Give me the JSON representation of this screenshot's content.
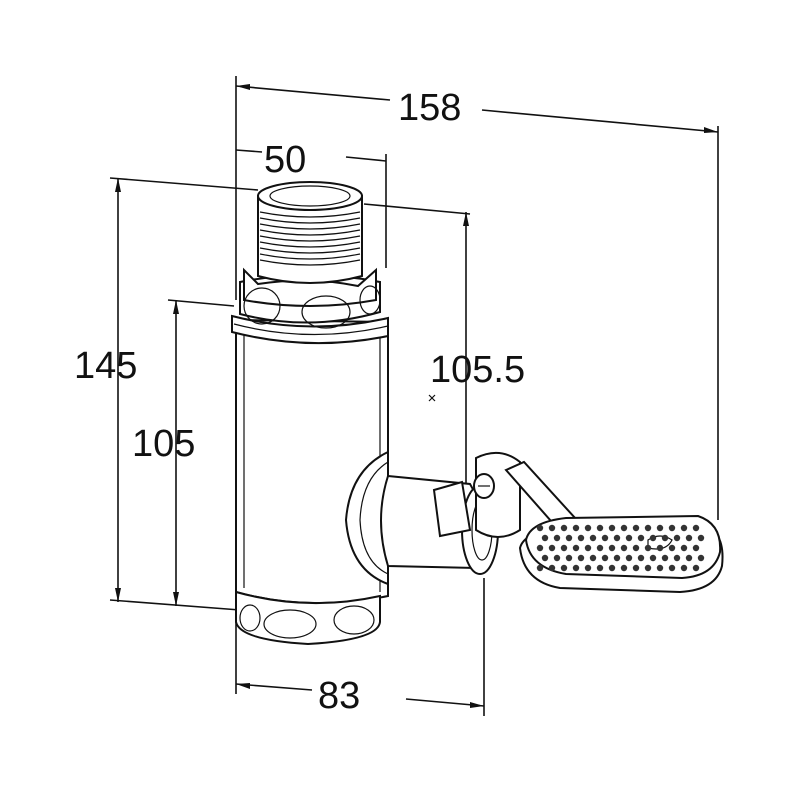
{
  "dimensions": {
    "overall_width": "158",
    "inlet_width": "50",
    "total_height": "145",
    "body_height": "105",
    "side_height": "105.5",
    "base_width": "83"
  },
  "colors": {
    "line": "#111111",
    "background": "#ffffff"
  }
}
